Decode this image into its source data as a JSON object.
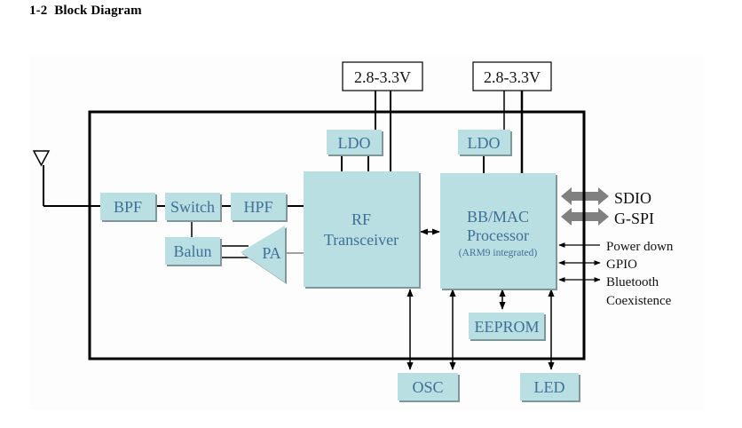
{
  "heading": {
    "number": "1-2",
    "title": "Block Diagram"
  },
  "colors": {
    "block_fill": "#b9dfe3",
    "block_shadow": "#8aa3a6",
    "block_text": "#3f6f97",
    "bus_arrow": "#808080",
    "line": "#000000"
  },
  "power": {
    "rf_supply": "2.8-3.3V",
    "bb_supply": "2.8-3.3V"
  },
  "blocks": {
    "bpf": "BPF",
    "switch": "Switch",
    "hpf": "HPF",
    "balun": "Balun",
    "pa": "PA",
    "ldo_rf": "LDO",
    "ldo_bb": "LDO",
    "rf_line1": "RF",
    "rf_line2": "Transceiver",
    "bb_line1": "BB/MAC",
    "bb_line2": "Processor",
    "bb_line3": "(ARM9 integrated)",
    "eeprom": "EEPROM",
    "osc": "OSC",
    "led": "LED"
  },
  "interfaces": {
    "sdio": "SDIO",
    "gspi": "G-SPI",
    "power_down": "Power down",
    "gpio": "GPIO",
    "bt_line1": "Bluetooth",
    "bt_line2": "Coexistence"
  },
  "icons": {
    "antenna": "antenna-icon"
  }
}
